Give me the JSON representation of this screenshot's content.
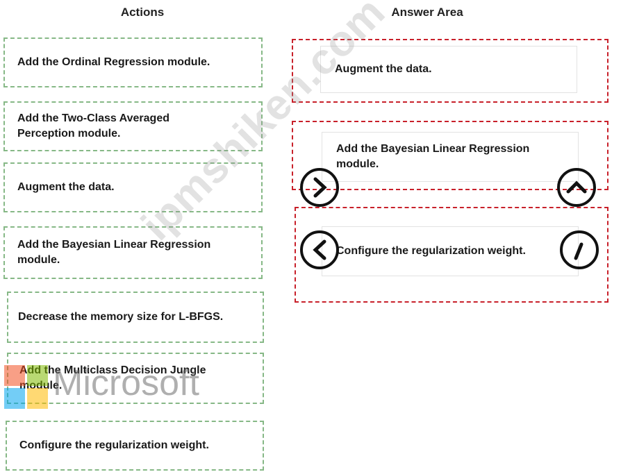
{
  "headings": {
    "actions": "Actions",
    "answer_area": "Answer Area"
  },
  "actions": [
    {
      "label": "Add the Ordinal Regression module."
    },
    {
      "label": "Add the Two-Class Averaged Perception module."
    },
    {
      "label": "Augment the data."
    },
    {
      "label": "Add the Bayesian Linear Regression module."
    },
    {
      "label": "Decrease the memory size for L-BFGS."
    },
    {
      "label": "Add the Multiclass Decision Jungle module."
    },
    {
      "label": "Configure the regularization weight."
    }
  ],
  "answers": [
    {
      "label": "Augment the data."
    },
    {
      "label": "Add the Bayesian Linear Regression module."
    },
    {
      "label": "Configure the regularization weight."
    }
  ],
  "controls": {
    "move_right_icon": "chevron-right-icon",
    "move_left_icon": "chevron-left-icon",
    "move_up_icon": "chevron-up-icon",
    "move_down_icon": "chevron-down-icon"
  },
  "watermark": {
    "site": "ipmshiken.com",
    "brand": "Microsoft"
  },
  "colors": {
    "action_border": "#86b886",
    "answer_border": "#c8202a"
  }
}
